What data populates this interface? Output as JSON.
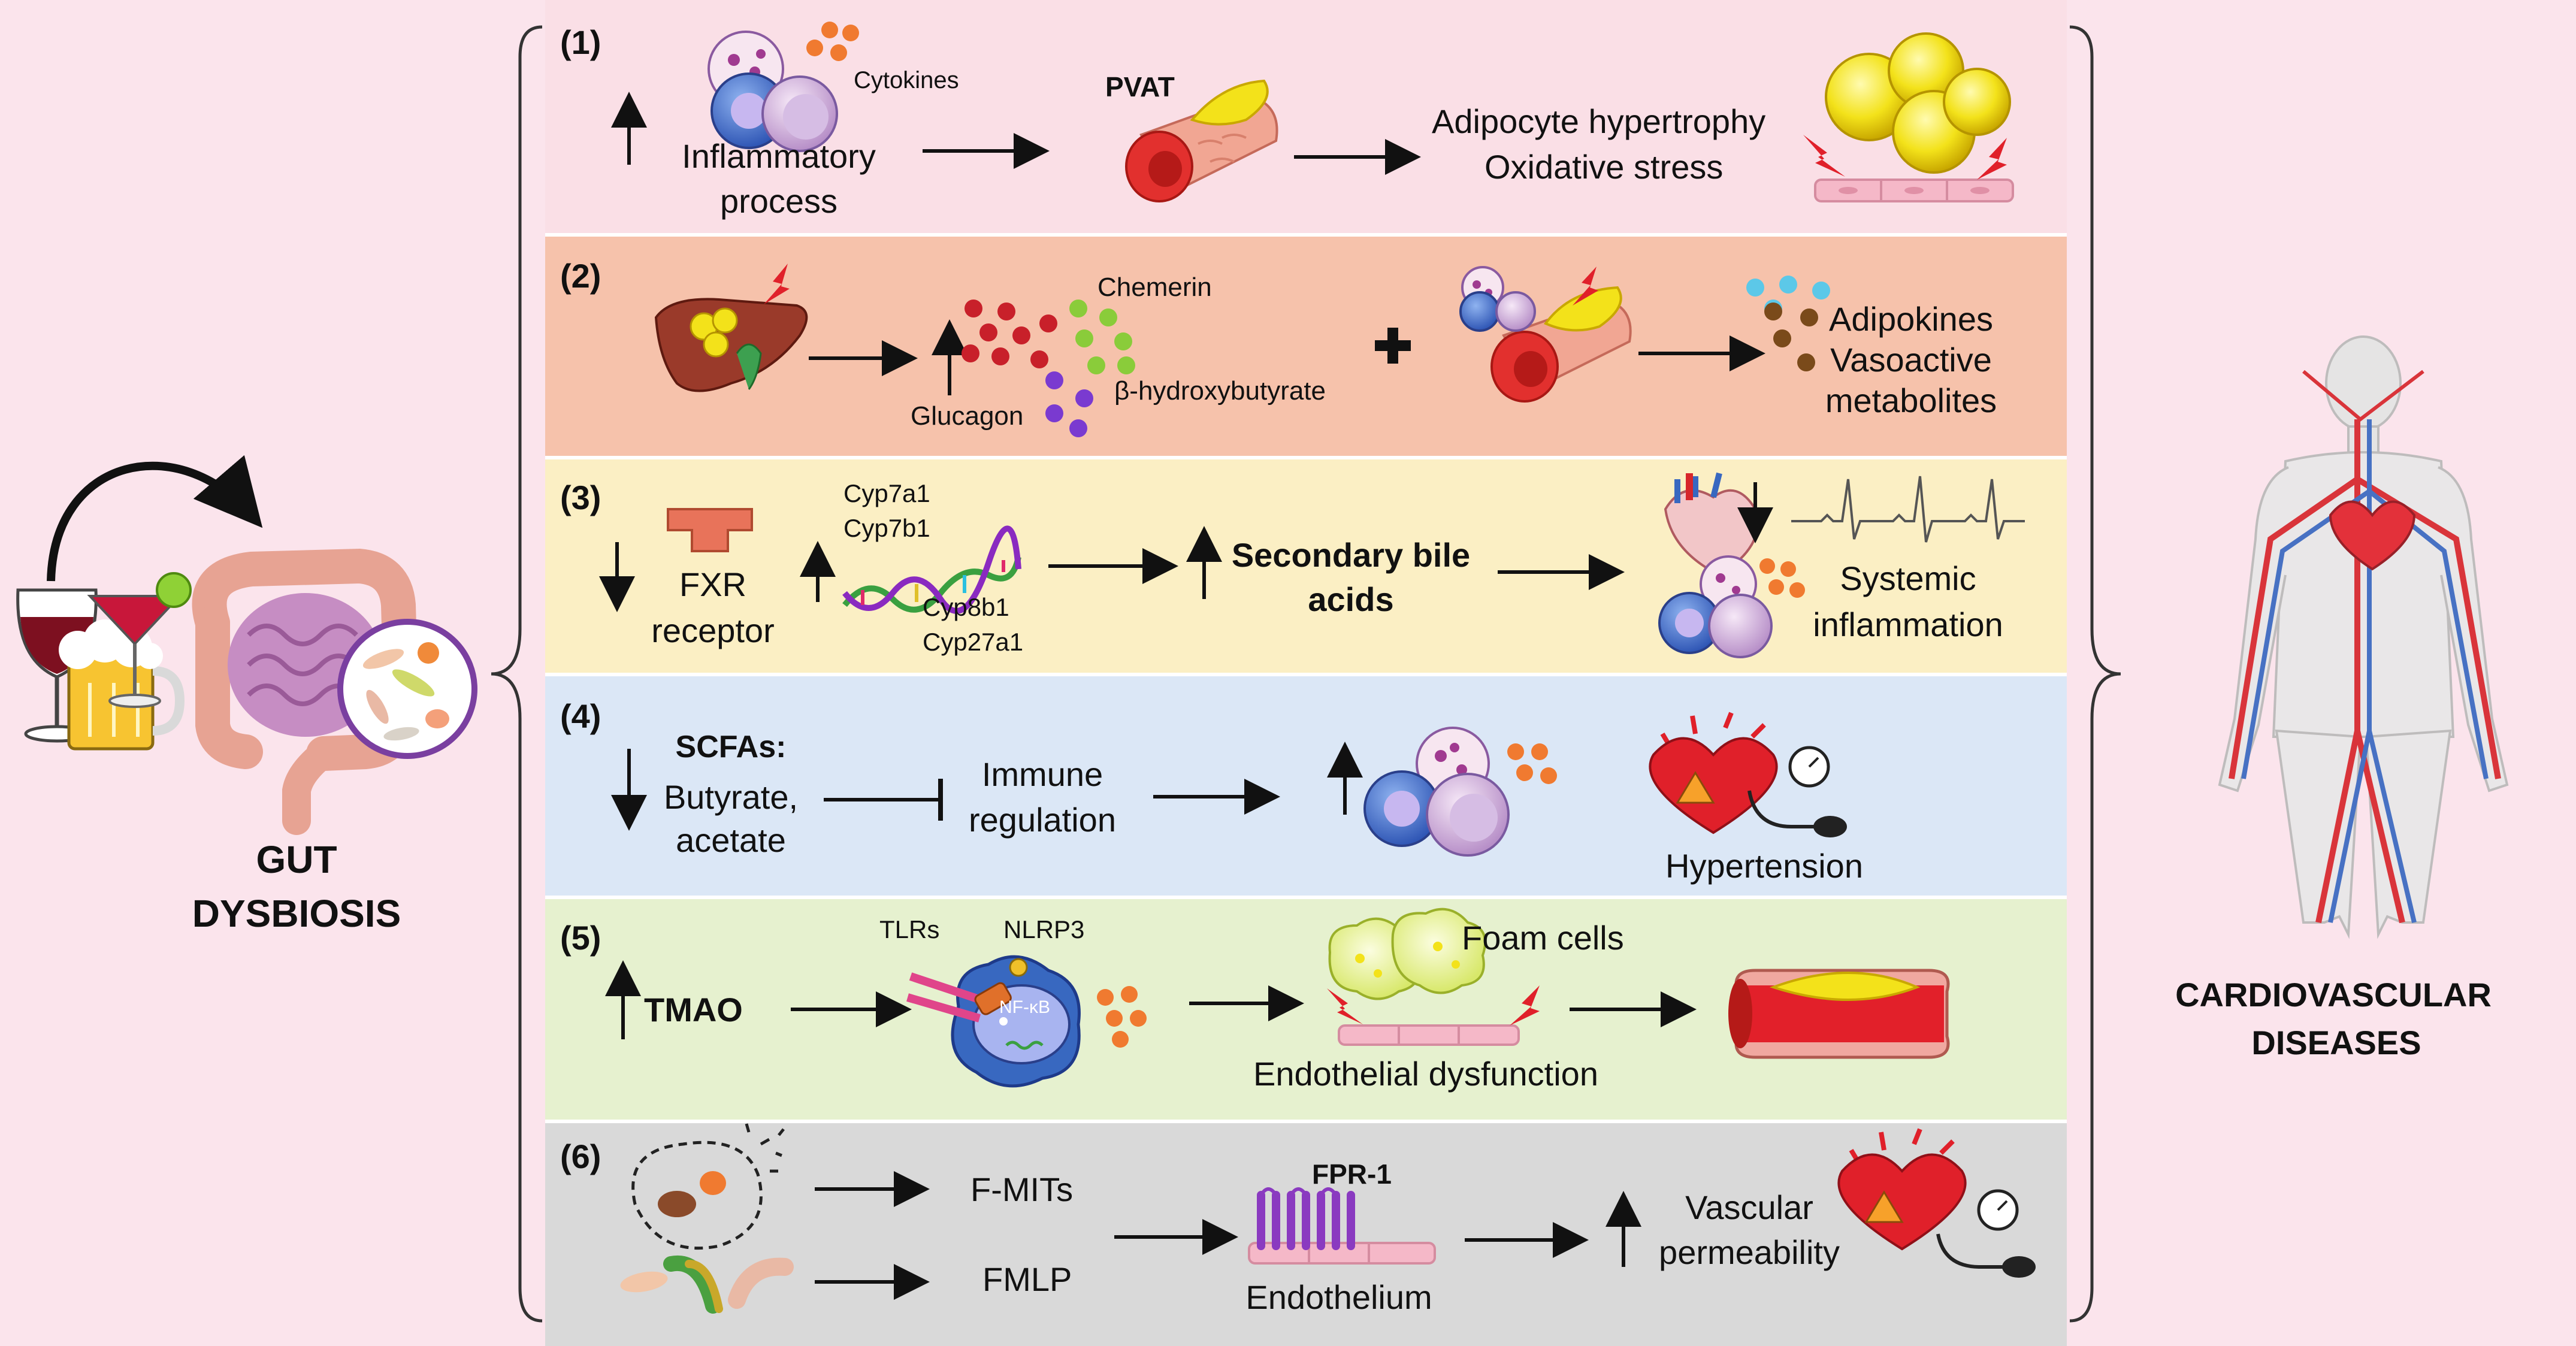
{
  "colors": {
    "page_bg": "#fbe4ec",
    "panel1": "#fadfe6",
    "panel2": "#f6c2ab",
    "panel3": "#fbefc4",
    "panel4": "#dbe7f6",
    "panel5": "#e6f1cf",
    "panel6": "#d9d9d9",
    "arrow": "#111111",
    "accent_red": "#e0202a",
    "gut_ring": "#7a3fa0"
  },
  "left": {
    "title_line1": "GUT",
    "title_line2": "DYSBIOSIS"
  },
  "right": {
    "title_line1": "CARDIOVASCULAR",
    "title_line2": "DISEASES"
  },
  "panels": [
    {
      "number": "(1)",
      "cytokines": "Cytokines",
      "inflam_line1": "Inflammatory",
      "inflam_line2": "process",
      "pvat": "PVAT",
      "effect_line1": "Adipocyte hypertrophy",
      "effect_line2": "Oxidative stress"
    },
    {
      "number": "(2)",
      "chemerin": "Chemerin",
      "glucagon": "Glucagon",
      "hydroxybutyrate": "β-hydroxybutyrate",
      "adipokines": "Adipokines",
      "vasoactive": "Vasoactive",
      "metabolites": "metabolites"
    },
    {
      "number": "(3)",
      "fxr_line1": "FXR",
      "fxr_line2": "receptor",
      "cyp7a1": "Cyp7a1",
      "cyp7b1": "Cyp7b1",
      "cyp8b1": "Cyp8b1",
      "cyp27a1": "Cyp27a1",
      "bile_line1": "Secondary bile",
      "bile_line2": "acids",
      "systemic_line1": "Systemic",
      "systemic_line2": "inflammation"
    },
    {
      "number": "(4)",
      "scfas": "SCFAs:",
      "butyrate": "Butyrate,",
      "acetate": "acetate",
      "immune_line1": "Immune",
      "immune_line2": "regulation",
      "hypertension": "Hypertension"
    },
    {
      "number": "(5)",
      "tmao": "TMAO",
      "tlrs": "TLRs",
      "nlrp3": "NLRP3",
      "nfkb": "NF-κB",
      "foam": "Foam cells",
      "endo_dys": "Endothelial dysfunction"
    },
    {
      "number": "(6)",
      "fmits": "F-MITs",
      "fmlp": "FMLP",
      "fpr1": "FPR-1",
      "endothelium": "Endothelium",
      "vasc_line1": "Vascular",
      "vasc_line2": "permeability"
    }
  ]
}
